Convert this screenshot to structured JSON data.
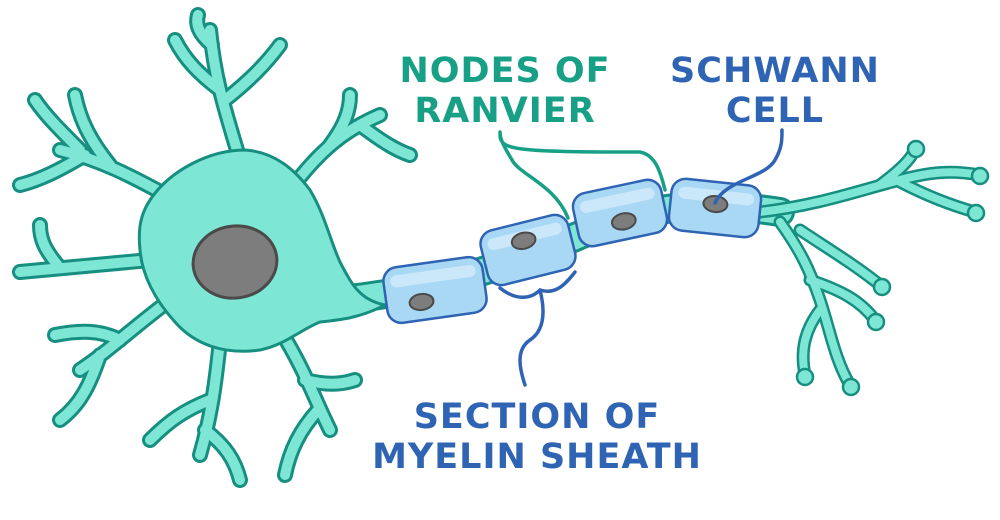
{
  "labels": {
    "nodes_of_ranvier": [
      "NODES OF",
      "RANVIER"
    ],
    "schwann_cell": [
      "SCHWANN",
      "CELL"
    ],
    "myelin_sheath": [
      "SECTION OF",
      "MYELIN SHEATH"
    ]
  },
  "colors": {
    "label_green": "#17a085",
    "label_blue": "#2f63b3",
    "cell_fill": "#7ee6d4",
    "cell_outline": "#168f80",
    "sheath_fill": "#a9d8f5",
    "nucleus_fill": "#7d7d7d"
  }
}
